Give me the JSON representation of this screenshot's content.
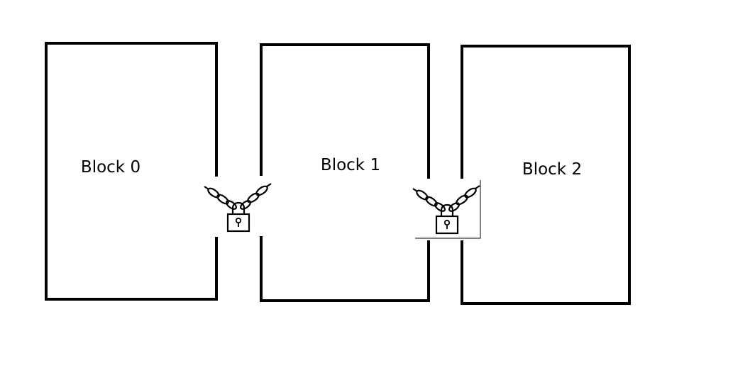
{
  "diagram": {
    "blocks": [
      {
        "label": "Block 0"
      },
      {
        "label": "Block 1"
      },
      {
        "label": "Block 2"
      }
    ],
    "connectors": [
      {
        "from": "Block 0",
        "to": "Block 1",
        "icon": "chain-padlock-icon"
      },
      {
        "from": "Block 1",
        "to": "Block 2",
        "icon": "chain-padlock-icon"
      }
    ],
    "stroke_color": "#000000",
    "background_color": "#ffffff"
  }
}
